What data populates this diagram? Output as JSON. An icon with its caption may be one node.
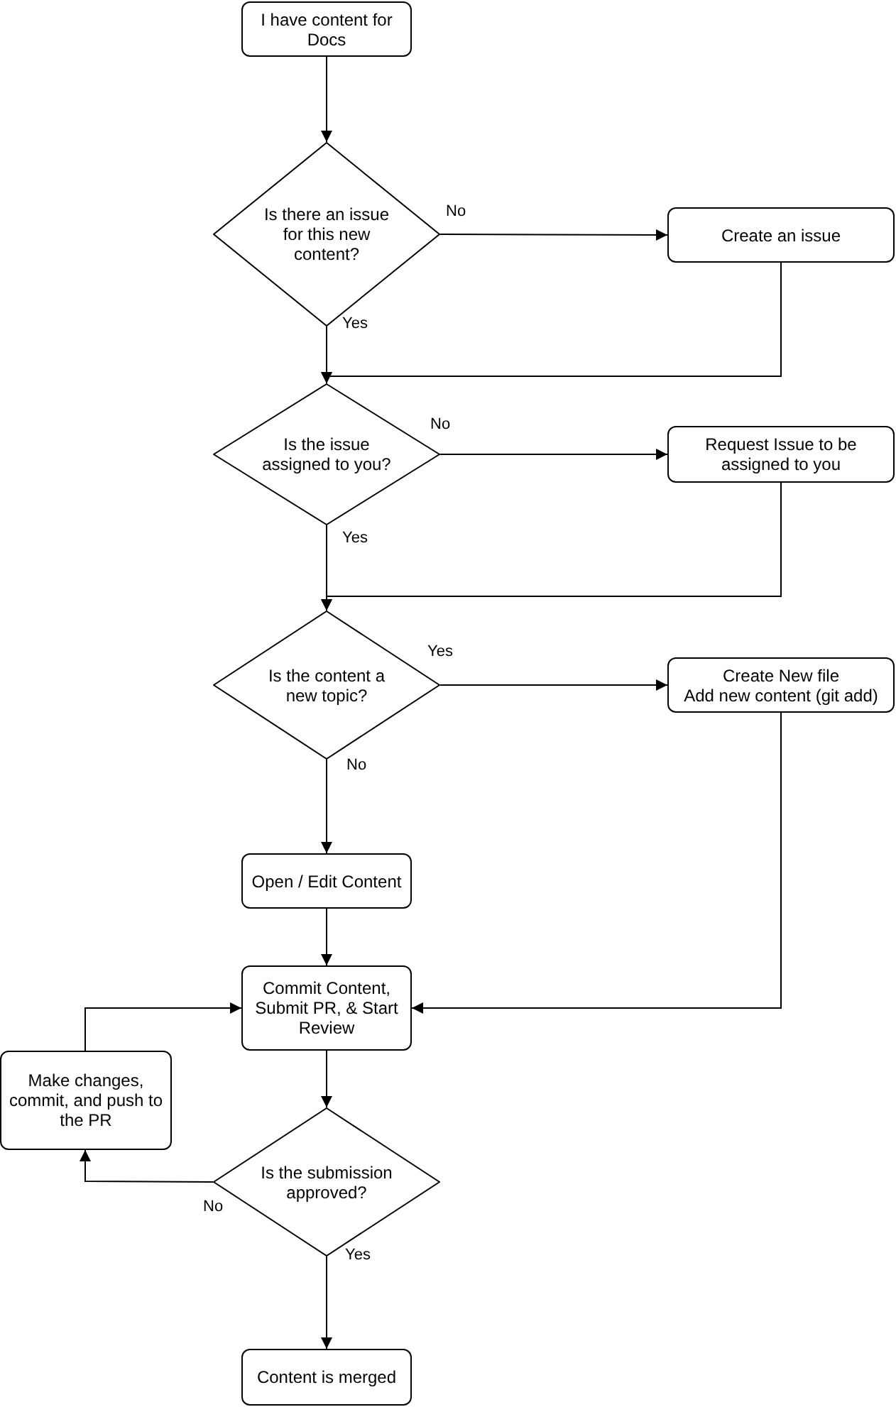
{
  "diagram": {
    "nodes": [
      {
        "text": [
          "I have content for Docs"
        ]
      },
      {
        "text": [
          "Is there an issue for this new content?"
        ]
      },
      {
        "text": [
          "Create an issue"
        ]
      },
      {
        "text": [
          "Is the issue assigned to you?"
        ]
      },
      {
        "text": [
          "Request Issue to be assigned to you"
        ]
      },
      {
        "text": [
          "Is the content a new topic?"
        ]
      },
      {
        "text": [
          "Create New file",
          "Add new content (git add)"
        ]
      },
      {
        "text": [
          "Open / Edit Content"
        ]
      },
      {
        "text": [
          "Commit Content, Submit PR, & Start Review"
        ]
      },
      {
        "text": [
          "Make changes, commit, and push to the PR"
        ]
      },
      {
        "text": [
          "Is the submission approved?"
        ]
      },
      {
        "text": [
          "Content is merged"
        ]
      }
    ],
    "edges": [
      {
        "from": 0,
        "to": 1,
        "arrow": "to"
      },
      {
        "from": 1,
        "to": 2,
        "arrow": "to",
        "label": "No"
      },
      {
        "from": 1,
        "to": 3,
        "arrow": "to",
        "label": "Yes"
      },
      {
        "from": 2,
        "to": 3,
        "arrow": "to"
      },
      {
        "from": 3,
        "to": 4,
        "arrow": "to",
        "label": "No"
      },
      {
        "from": 3,
        "to": 5,
        "arrow": "to",
        "label": "Yes"
      },
      {
        "from": 4,
        "to": 5,
        "arrow": "to"
      },
      {
        "from": 5,
        "to": 6,
        "arrow": "to",
        "label": "Yes"
      },
      {
        "from": 5,
        "to": 7,
        "arrow": "to",
        "label": "No"
      },
      {
        "from": 6,
        "to": 8,
        "arrow": "to"
      },
      {
        "from": 7,
        "to": 8,
        "arrow": "to"
      },
      {
        "from": 8,
        "to": 10,
        "arrow": "to"
      },
      {
        "from": 10,
        "to": 9,
        "arrow": "to",
        "label": "No"
      },
      {
        "from": 9,
        "to": 8,
        "arrow": "to"
      },
      {
        "from": 10,
        "to": 11,
        "arrow": "to",
        "label": "Yes"
      }
    ]
  }
}
